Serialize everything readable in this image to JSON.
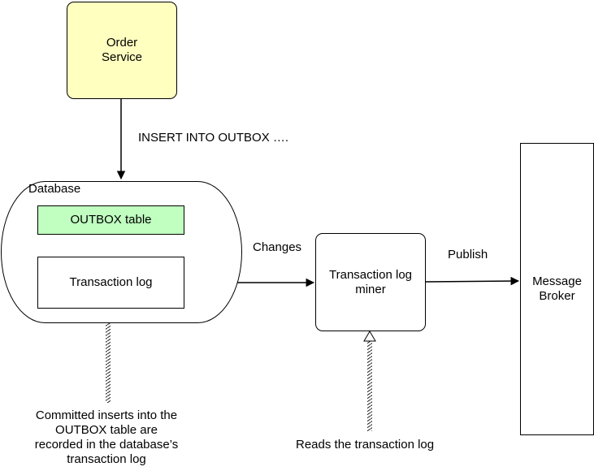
{
  "nodes": {
    "order_service": {
      "label": "Order\nService"
    },
    "database": {
      "label": "Database"
    },
    "outbox_table": {
      "label": "OUTBOX table"
    },
    "transaction_log": {
      "label": "Transaction log"
    },
    "log_miner": {
      "label": "Transaction log\nminer"
    },
    "message_broker": {
      "label": "Message\nBroker"
    }
  },
  "edges": {
    "insert": {
      "label": "INSERT INTO OUTBOX …."
    },
    "changes": {
      "label": "Changes"
    },
    "publish": {
      "label": "Publish"
    }
  },
  "notes": {
    "committed_inserts": "Committed inserts into the\nOUTBOX table are\nrecorded in the database’s\ntransaction log",
    "reads_log": "Reads the transaction log"
  },
  "colors": {
    "order_service_fill": "#ffffc0",
    "outbox_fill": "#c0ffc0",
    "stroke": "#000000"
  }
}
